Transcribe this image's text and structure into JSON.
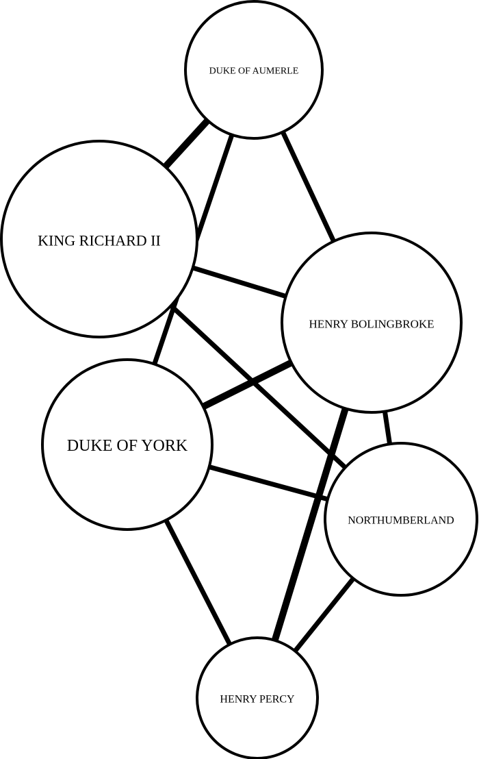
{
  "colors": {
    "background": "#ffffff",
    "stroke": "#000000",
    "node_fill": "#ffffff"
  },
  "nodes": [
    {
      "id": "aumerle",
      "label": "DUKE OF AUMERLE"
    },
    {
      "id": "richard",
      "label": "KING RICHARD II"
    },
    {
      "id": "bolingbroke",
      "label": "HENRY BOLINGBROKE"
    },
    {
      "id": "york",
      "label": "DUKE OF YORK"
    },
    {
      "id": "northumberland",
      "label": "NORTHUMBERLAND"
    },
    {
      "id": "percy",
      "label": "HENRY PERCY"
    }
  ],
  "edges": [
    {
      "source": "aumerle",
      "target": "richard",
      "weight": 3
    },
    {
      "source": "aumerle",
      "target": "york",
      "weight": 2
    },
    {
      "source": "aumerle",
      "target": "bolingbroke",
      "weight": 2
    },
    {
      "source": "richard",
      "target": "bolingbroke",
      "weight": 2
    },
    {
      "source": "richard",
      "target": "northumberland",
      "weight": 2
    },
    {
      "source": "york",
      "target": "bolingbroke",
      "weight": 3
    },
    {
      "source": "york",
      "target": "northumberland",
      "weight": 2
    },
    {
      "source": "york",
      "target": "percy",
      "weight": 2
    },
    {
      "source": "bolingbroke",
      "target": "northumberland",
      "weight": 2
    },
    {
      "source": "bolingbroke",
      "target": "percy",
      "weight": 3
    },
    {
      "source": "northumberland",
      "target": "percy",
      "weight": 2
    }
  ]
}
